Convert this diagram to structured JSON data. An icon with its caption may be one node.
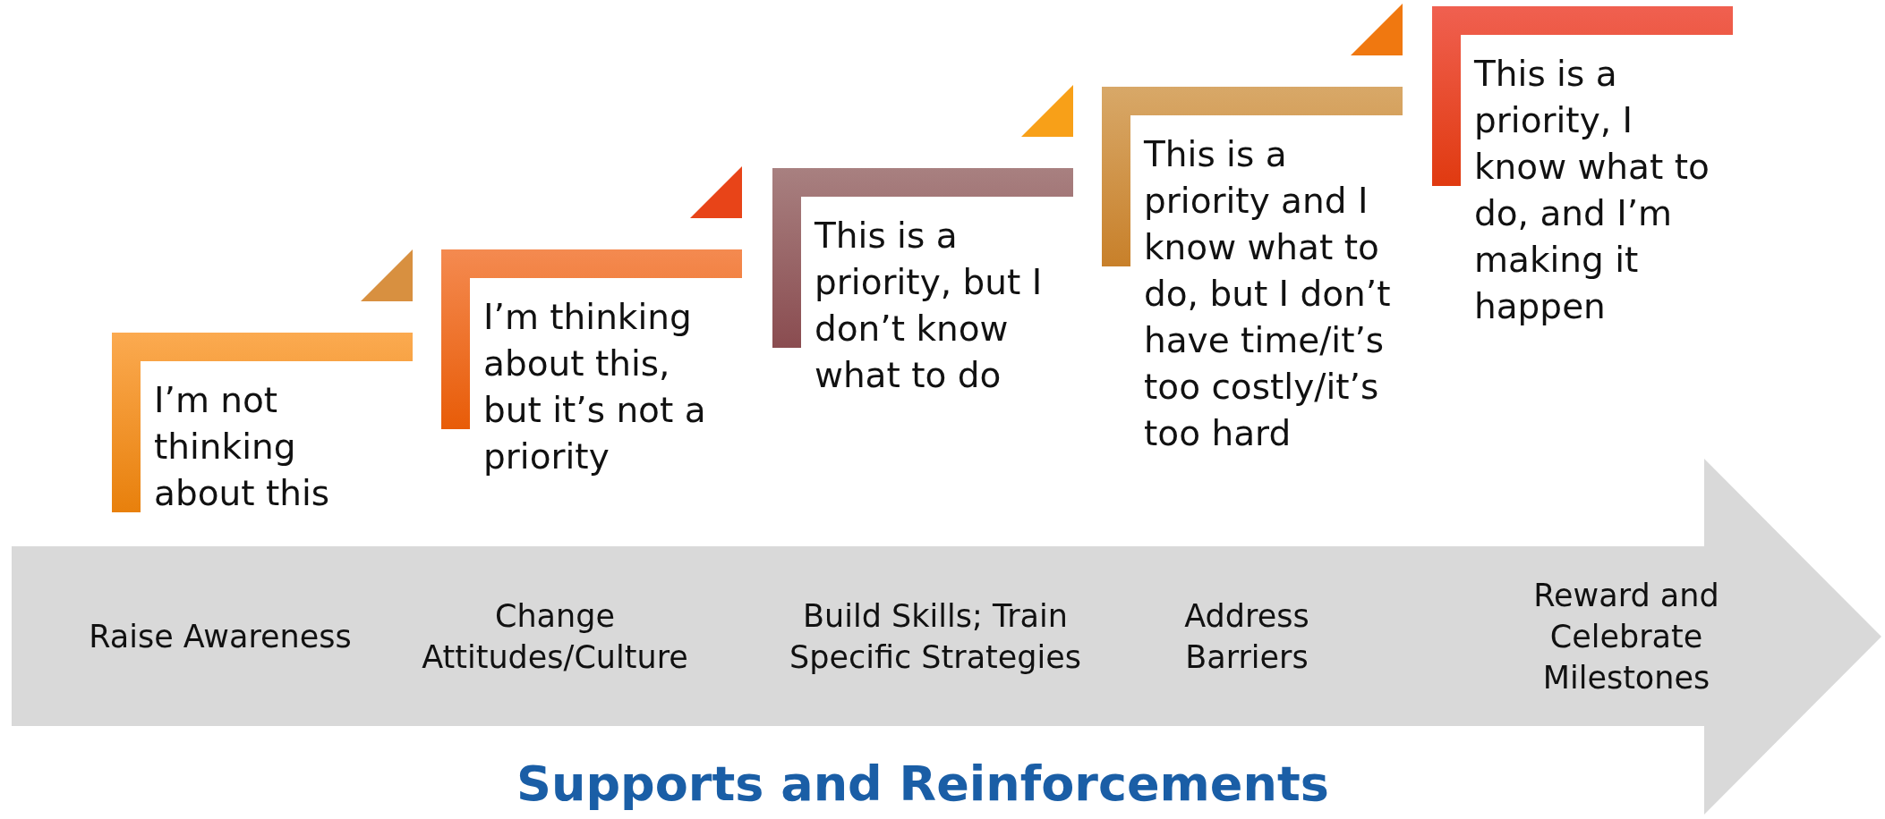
{
  "diagram": {
    "caption": "Supports and Reinforcements",
    "nodes": [
      {
        "text": [
          "I’m not thinking about this"
        ]
      },
      {
        "text": [
          "I’m thinking about this, but it’s not a priority"
        ]
      },
      {
        "text": [
          "This is a priority, but I don’t know what to do"
        ]
      },
      {
        "text": [
          "This is a priority and I know what to do, but I don’t have time/it’s too costly/it’s too hard"
        ]
      },
      {
        "text": [
          "This is a priority, I know what to do, and I’m making it happen"
        ]
      },
      {
        "text": [
          "Raise Awareness",
          "Change Attitudes/Culture",
          "Build Skills; Train Specific Strategies",
          "Address Barriers",
          "Reward and Celebrate Milestones"
        ]
      }
    ]
  }
}
